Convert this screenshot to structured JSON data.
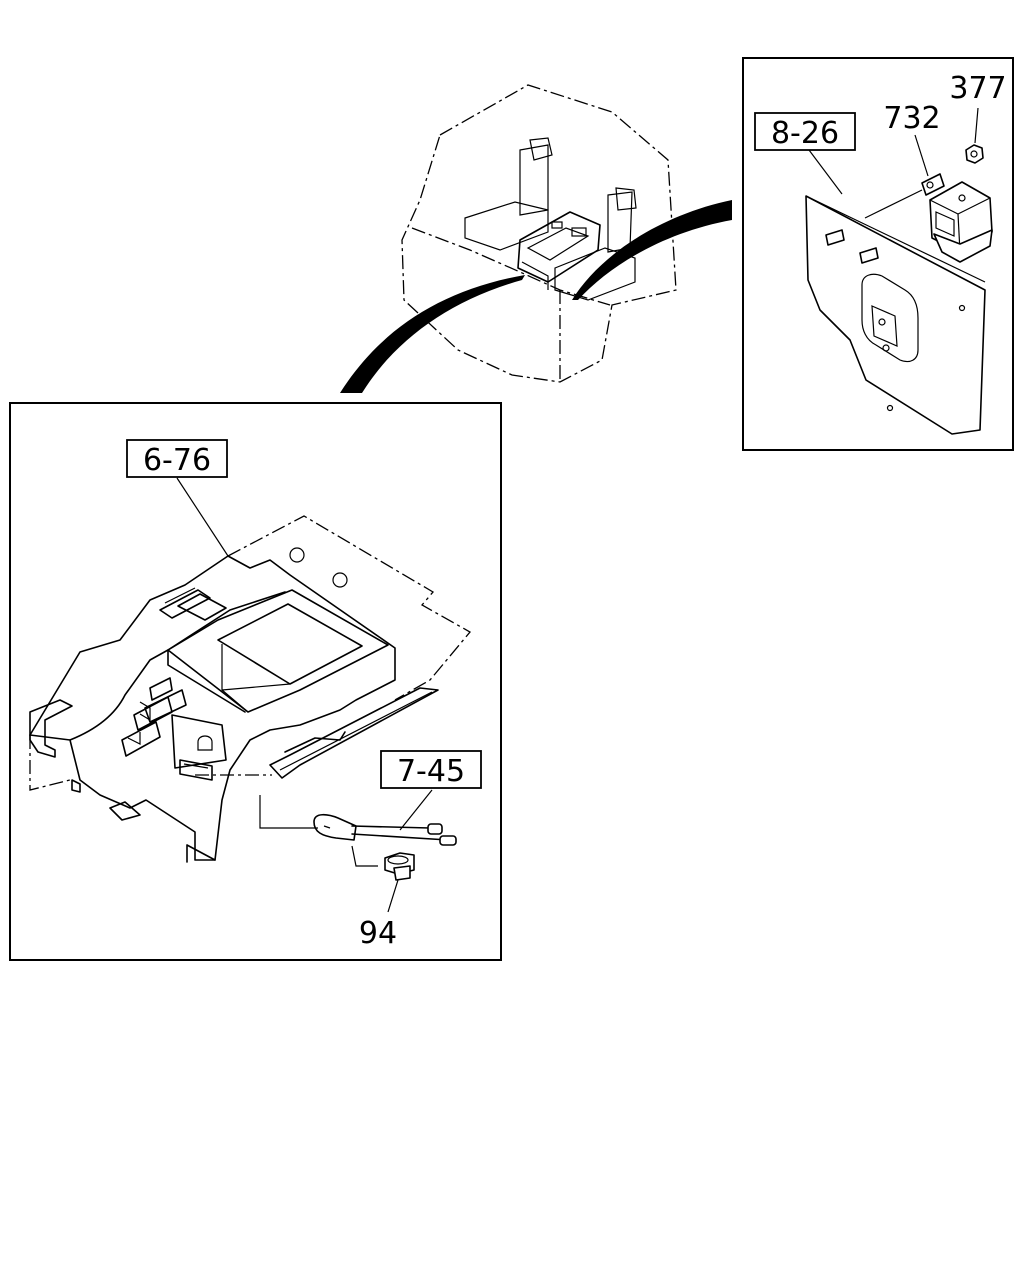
{
  "labels": {
    "ref_console": "6-76",
    "ref_cable": "7-45",
    "ref_bracket": "8-26",
    "part_94": "94",
    "part_377": "377",
    "part_732": "732"
  }
}
